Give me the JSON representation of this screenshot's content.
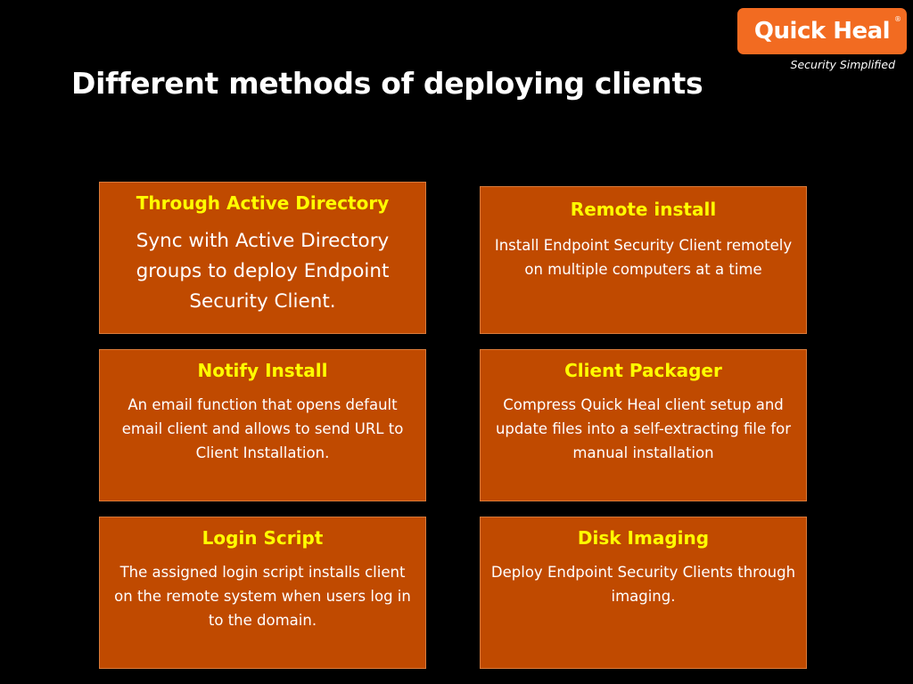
{
  "slide": {
    "title": "Different methods of deploying clients"
  },
  "logo": {
    "brand": "Quick Heal",
    "registered": "®",
    "tagline": "Security Simplified",
    "color": "#f26b21"
  },
  "cards": [
    {
      "title": "Through Active Directory",
      "body": "Sync with Active Directory groups to deploy Endpoint Security Client."
    },
    {
      "title": "Remote install",
      "body": "Install Endpoint Security Client remotely  on multiple computers at a time"
    },
    {
      "title": "Notify Install",
      "body": "An email function that opens default email client and allows to send URL to Client Installation."
    },
    {
      "title": "Client Packager",
      "body": "Compress Quick Heal client setup and update files into a self-extracting file for manual installation"
    },
    {
      "title": "Login Script",
      "body": "The assigned login script installs client on the remote system when users log in to the domain."
    },
    {
      "title": "Disk Imaging",
      "body": "Deploy Endpoint Security Clients through imaging."
    }
  ],
  "colors": {
    "background": "#000000",
    "card": "#c04a00",
    "card_title": "#ffff00",
    "text": "#ffffff"
  }
}
